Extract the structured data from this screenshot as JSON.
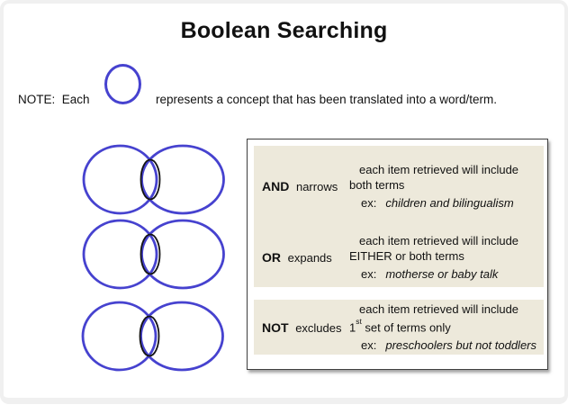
{
  "page": {
    "title": "Boolean Searching"
  },
  "note": {
    "prefix": "NOTE:  Each",
    "suffix": "represents a concept that has been translated into a word/term."
  },
  "colors": {
    "teal": "#07C28F",
    "circle_blue": "#4642CF",
    "panel_beige": "#EDE9DB",
    "box_border": "#3F3F3F",
    "frame_gray": "#F0F0F0",
    "text": "#111111"
  },
  "venn": {
    "and": {
      "left_fill": "white",
      "right_fill": "white",
      "intersection_fill": "teal"
    },
    "or": {
      "left_fill": "teal",
      "right_fill": "teal",
      "intersection_fill": "teal"
    },
    "not": {
      "left_fill": "teal",
      "right_fill": "white",
      "intersection_fill": "white"
    }
  },
  "legend": {
    "sections": [
      {
        "op": "AND",
        "verb": "narrows",
        "line1": "each item retrieved will include",
        "line2": "both terms",
        "ex_label": "ex:",
        "example": "children and bilingualism"
      },
      {
        "op": "OR",
        "verb": "expands",
        "line1": "each item retrieved will include",
        "line2": "EITHER or both terms",
        "ex_label": "ex:",
        "example": "motherse or baby talk"
      },
      {
        "op": "NOT",
        "verb": "excludes",
        "line1": "each item retrieved will include",
        "line2_num": "1",
        "line2_ord": "st",
        "line2_rest": " set of terms only",
        "ex_label": "ex:",
        "example": "preschoolers but not toddlers"
      }
    ]
  }
}
